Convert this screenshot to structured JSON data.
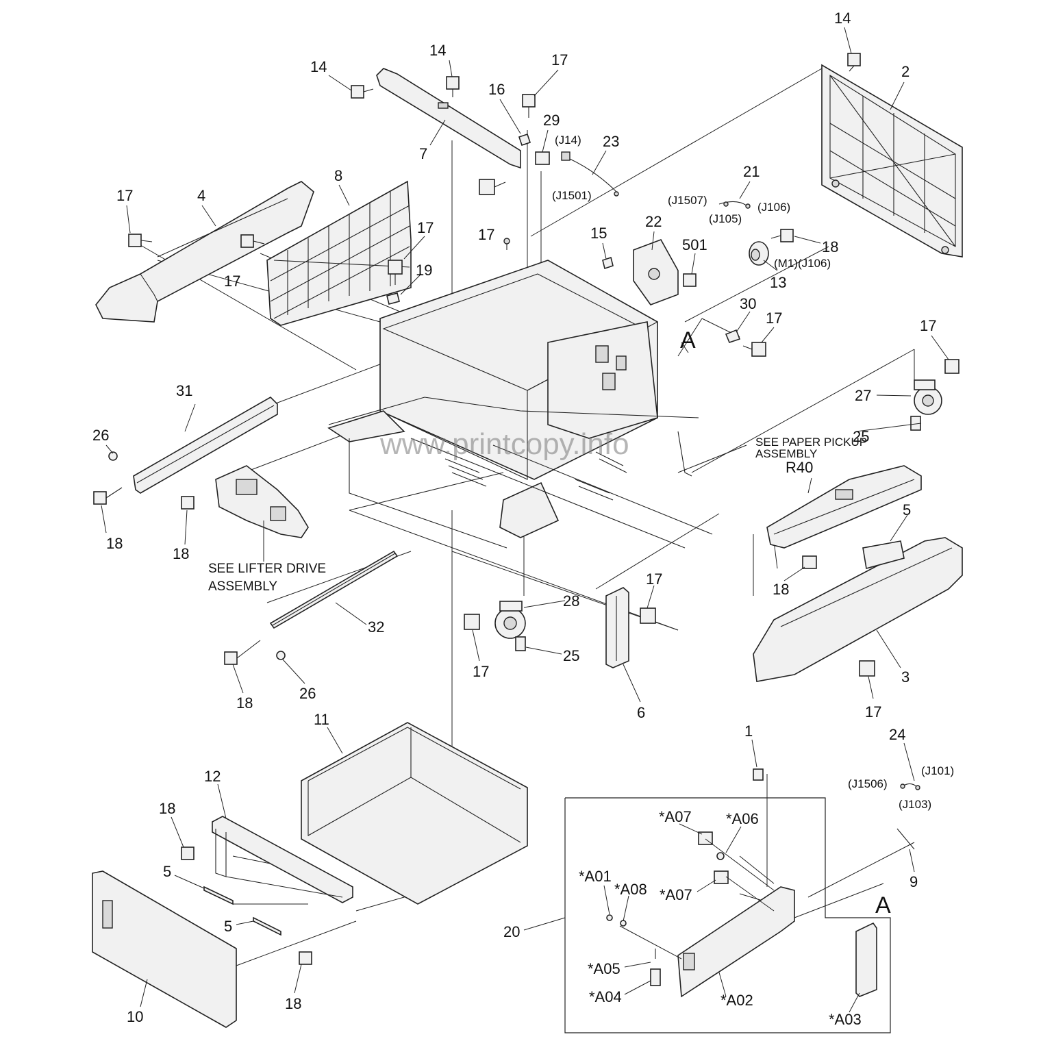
{
  "watermark": "www.printcopy.info",
  "callouts": {
    "c14a": "14",
    "c14b": "14",
    "c14c": "14",
    "c2": "2",
    "c17a": "17",
    "c17b": "17",
    "c17c": "17",
    "c17d": "17",
    "c17e": "17",
    "c17f": "17",
    "c17g": "17",
    "c17h": "17",
    "c17i": "17",
    "c17j": "17",
    "c16": "16",
    "c29": "29",
    "c23": "23",
    "c7": "7",
    "c4": "4",
    "c8": "8",
    "c21": "21",
    "c15": "15",
    "c22": "22",
    "c501": "501",
    "c18a": "18",
    "c18b": "18",
    "c18c": "18",
    "c18d": "18",
    "c18e": "18",
    "c18f": "18",
    "c18g": "18",
    "c13": "13",
    "c19": "19",
    "c30": "30",
    "cA1": "A",
    "c27": "27",
    "c31": "31",
    "c26a": "26",
    "c26b": "26",
    "c25a": "25",
    "c25b": "25",
    "cR40": "R40",
    "c5a": "5",
    "c5b": "5",
    "c5c": "5",
    "c32": "32",
    "c28": "28",
    "c6": "6",
    "c3": "3",
    "c11": "11",
    "c12": "12",
    "c10": "10",
    "c1": "1",
    "c24": "24",
    "c9": "9",
    "c20": "20",
    "cA2": "A",
    "cA01": "*A01",
    "cA02": "*A02",
    "cA03": "*A03",
    "cA04": "*A04",
    "cA05": "*A05",
    "cA06": "*A06",
    "cA07a": "*A07",
    "cA07b": "*A07",
    "cA08": "*A08"
  },
  "connectors": {
    "j14": "(J14)",
    "j1501": "(J1501)",
    "j1507": "(J1507)",
    "j106a": "(J106)",
    "j105": "(J105)",
    "m1j106": "(M1)(J106)",
    "j101": "(J101)",
    "j1506": "(J1506)",
    "j103": "(J103)"
  },
  "notes": {
    "lifter_line1": "SEE LIFTER DRIVE",
    "lifter_line2": "ASSEMBLY",
    "pickup_line1": "SEE PAPER PICKUP",
    "pickup_line2": "ASSEMBLY"
  }
}
